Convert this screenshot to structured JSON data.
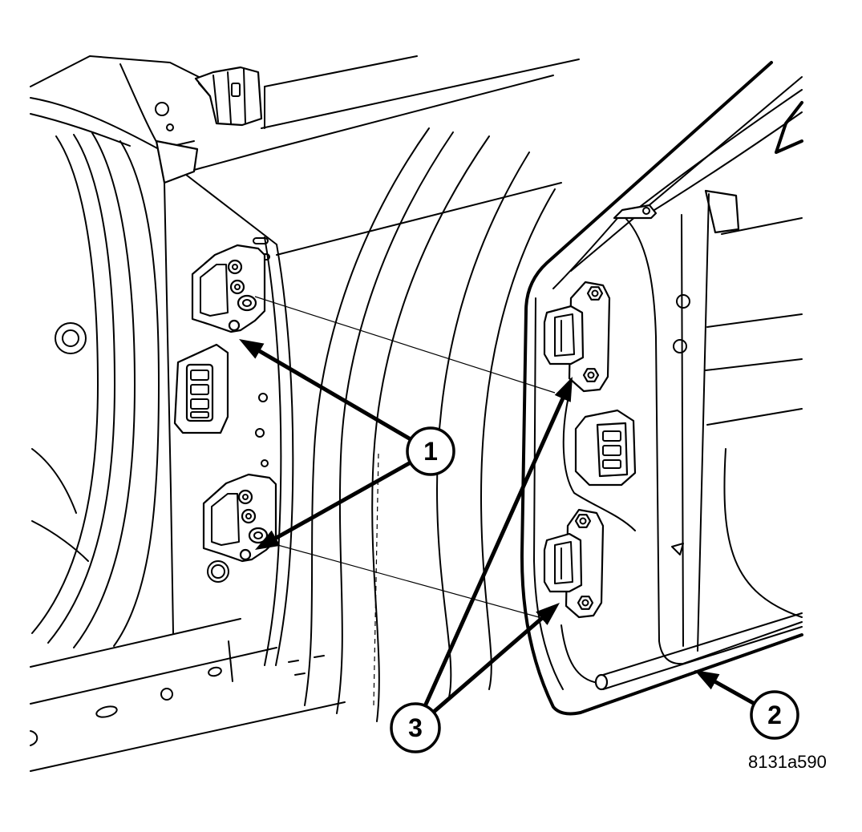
{
  "figure": {
    "id_label": "8131a590",
    "callouts": [
      {
        "label": "1"
      },
      {
        "label": "2"
      },
      {
        "label": "3"
      }
    ]
  },
  "colors": {
    "line": "#000000",
    "background": "#ffffff"
  }
}
